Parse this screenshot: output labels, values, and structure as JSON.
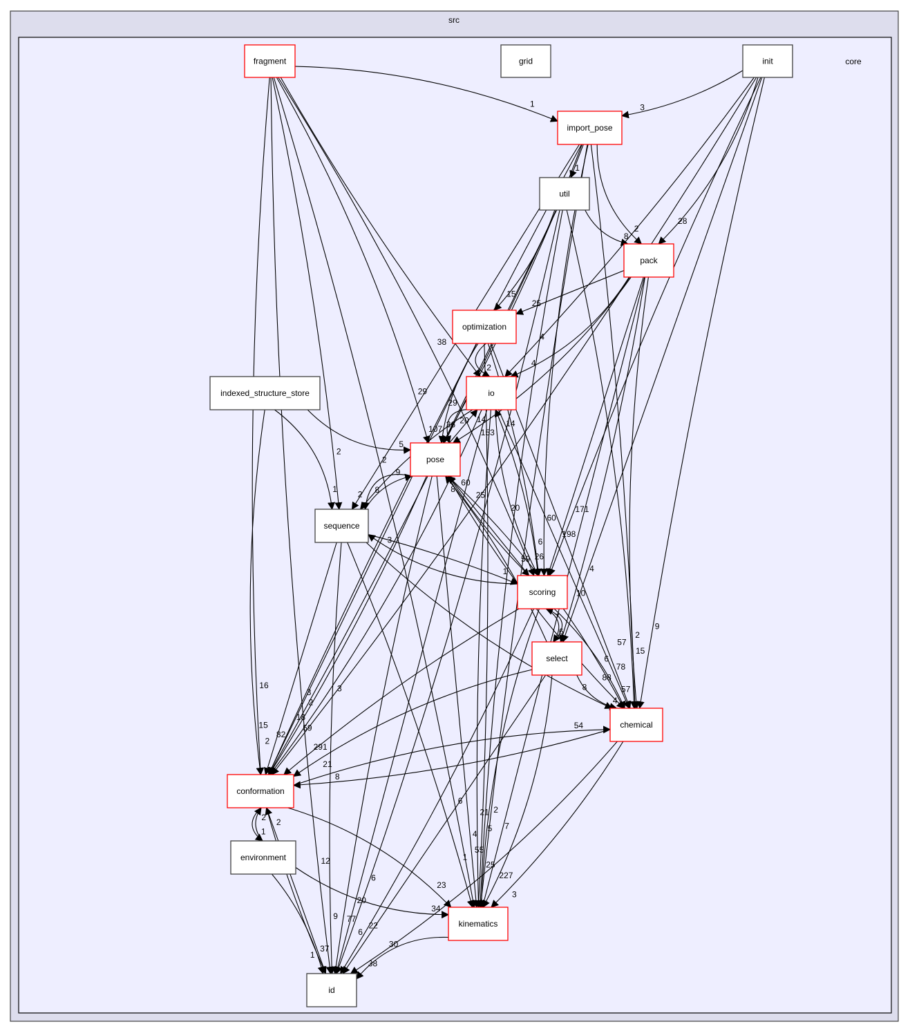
{
  "diagram": {
    "title": "src",
    "subgraph_label": "core",
    "colors": {
      "outer_cluster_fill": "#dddded",
      "inner_cluster_fill": "#eeeeff",
      "node_border_with_children": "#ff0000",
      "node_border_leaf": "#404040",
      "edge": "#000000"
    },
    "nodes": [
      {
        "id": "fragment",
        "label": "fragment",
        "has_subdirs": true
      },
      {
        "id": "grid",
        "label": "grid",
        "has_subdirs": false
      },
      {
        "id": "init",
        "label": "init",
        "has_subdirs": false
      },
      {
        "id": "import_pose",
        "label": "import_pose",
        "has_subdirs": true
      },
      {
        "id": "util",
        "label": "util",
        "has_subdirs": false
      },
      {
        "id": "pack",
        "label": "pack",
        "has_subdirs": true
      },
      {
        "id": "optimization",
        "label": "optimization",
        "has_subdirs": true
      },
      {
        "id": "io",
        "label": "io",
        "has_subdirs": true
      },
      {
        "id": "indexed_structure_store",
        "label": "indexed_structure_store",
        "has_subdirs": false
      },
      {
        "id": "pose",
        "label": "pose",
        "has_subdirs": true
      },
      {
        "id": "sequence",
        "label": "sequence",
        "has_subdirs": false
      },
      {
        "id": "scoring",
        "label": "scoring",
        "has_subdirs": true
      },
      {
        "id": "select",
        "label": "select",
        "has_subdirs": true
      },
      {
        "id": "chemical",
        "label": "chemical",
        "has_subdirs": true
      },
      {
        "id": "conformation",
        "label": "conformation",
        "has_subdirs": true
      },
      {
        "id": "environment",
        "label": "environment",
        "has_subdirs": false
      },
      {
        "id": "kinematics",
        "label": "kinematics",
        "has_subdirs": true
      },
      {
        "id": "id",
        "label": "id",
        "has_subdirs": false
      }
    ],
    "edges": [
      {
        "from": "fragment",
        "to": "import_pose",
        "label": "1"
      },
      {
        "from": "init",
        "to": "import_pose",
        "label": "3"
      },
      {
        "from": "import_pose",
        "to": "util",
        "label": "1"
      },
      {
        "from": "util",
        "to": "pack",
        "label": "8"
      },
      {
        "from": "import_pose",
        "to": "pack",
        "label": "2"
      },
      {
        "from": "init",
        "to": "pack",
        "label": "28"
      },
      {
        "from": "util",
        "to": "optimization",
        "label": "15"
      },
      {
        "from": "pack",
        "to": "optimization",
        "label": "25"
      },
      {
        "from": "fragment",
        "to": "io",
        "label": "38"
      },
      {
        "from": "optimization",
        "to": "io",
        "label": "2"
      },
      {
        "from": "pack",
        "to": "io",
        "label": "4"
      },
      {
        "from": "init",
        "to": "io",
        "label": "4"
      },
      {
        "from": "pose",
        "to": "io",
        "label": "14"
      },
      {
        "from": "scoring",
        "to": "io",
        "label": "14"
      },
      {
        "from": "indexed_structure_store",
        "to": "pose",
        "label": "5"
      },
      {
        "from": "fragment",
        "to": "pose",
        "label": "29"
      },
      {
        "from": "import_pose",
        "to": "pose",
        "label": "29"
      },
      {
        "from": "util",
        "to": "pose",
        "label": "20"
      },
      {
        "from": "optimization",
        "to": "pose",
        "label": "36"
      },
      {
        "from": "io",
        "to": "pose",
        "label": "107"
      },
      {
        "from": "pack",
        "to": "pose",
        "label": "153"
      },
      {
        "from": "sequence",
        "to": "pose",
        "label": "9"
      },
      {
        "from": "scoring",
        "to": "pose",
        "label": "60"
      },
      {
        "from": "select",
        "to": "pose",
        "label": "8"
      },
      {
        "from": "chemical",
        "to": "pose",
        "label": "25"
      },
      {
        "from": "indexed_structure_store",
        "to": "sequence",
        "label": "1"
      },
      {
        "from": "fragment",
        "to": "sequence",
        "label": "2"
      },
      {
        "from": "import_pose",
        "to": "sequence",
        "label": "2"
      },
      {
        "from": "io",
        "to": "sequence",
        "label": "8"
      },
      {
        "from": "pose",
        "to": "sequence",
        "label": "2"
      },
      {
        "from": "scoring",
        "to": "sequence",
        "label": "3"
      },
      {
        "from": "sequence",
        "to": "scoring",
        "label": "1"
      },
      {
        "from": "pose",
        "to": "scoring",
        "label": "59"
      },
      {
        "from": "io",
        "to": "scoring",
        "label": "26"
      },
      {
        "from": "import_pose",
        "to": "scoring",
        "label": "60"
      },
      {
        "from": "fragment",
        "to": "scoring",
        "label": "20"
      },
      {
        "from": "optimization",
        "to": "scoring",
        "label": "6"
      },
      {
        "from": "pack",
        "to": "scoring",
        "label": "198"
      },
      {
        "from": "init",
        "to": "scoring",
        "label": "171"
      },
      {
        "from": "select",
        "to": "scoring",
        "label": "7"
      },
      {
        "from": "scoring",
        "to": "select",
        "label": "6"
      },
      {
        "from": "pack",
        "to": "select",
        "label": "10"
      },
      {
        "from": "init",
        "to": "select",
        "label": "4"
      },
      {
        "from": "select",
        "to": "chemical",
        "label": "4"
      },
      {
        "from": "sequence",
        "to": "chemical",
        "label": "8"
      },
      {
        "from": "conformation",
        "to": "chemical",
        "label": "54"
      },
      {
        "from": "scoring",
        "to": "chemical",
        "label": "57"
      },
      {
        "from": "io",
        "to": "chemical",
        "label": "78"
      },
      {
        "from": "pose",
        "to": "chemical",
        "label": "88"
      },
      {
        "from": "pack",
        "to": "chemical",
        "label": "15"
      },
      {
        "from": "util",
        "to": "chemical",
        "label": "57"
      },
      {
        "from": "import_pose",
        "to": "chemical",
        "label": "2"
      },
      {
        "from": "optimization",
        "to": "chemical",
        "label": "6"
      },
      {
        "from": "init",
        "to": "chemical",
        "label": "9"
      },
      {
        "from": "fragment",
        "to": "conformation",
        "label": "16"
      },
      {
        "from": "init",
        "to": "conformation",
        "label": "3"
      },
      {
        "from": "util",
        "to": "conformation",
        "label": "2"
      },
      {
        "from": "optimization",
        "to": "conformation",
        "label": "18"
      },
      {
        "from": "import_pose",
        "to": "conformation",
        "label": "3"
      },
      {
        "from": "indexed_structure_store",
        "to": "conformation",
        "label": "15"
      },
      {
        "from": "io",
        "to": "conformation",
        "label": "59"
      },
      {
        "from": "pose",
        "to": "conformation",
        "label": "82"
      },
      {
        "from": "sequence",
        "to": "conformation",
        "label": "2"
      },
      {
        "from": "scoring",
        "to": "conformation",
        "label": "291"
      },
      {
        "from": "select",
        "to": "conformation",
        "label": "21"
      },
      {
        "from": "chemical",
        "to": "conformation",
        "label": "8"
      },
      {
        "from": "environment",
        "to": "conformation",
        "label": "2"
      },
      {
        "from": "id",
        "to": "conformation",
        "label": "2"
      },
      {
        "from": "conformation",
        "to": "environment",
        "label": "1"
      },
      {
        "from": "environment",
        "to": "kinematics",
        "label": "34"
      },
      {
        "from": "conformation",
        "to": "kinematics",
        "label": "23"
      },
      {
        "from": "sequence",
        "to": "kinematics",
        "label": "1"
      },
      {
        "from": "pose",
        "to": "kinematics",
        "label": "55"
      },
      {
        "from": "io",
        "to": "kinematics",
        "label": "21"
      },
      {
        "from": "scoring",
        "to": "kinematics",
        "label": "25"
      },
      {
        "from": "select",
        "to": "kinematics",
        "label": "227"
      },
      {
        "from": "chemical",
        "to": "kinematics",
        "label": "3"
      },
      {
        "from": "pack",
        "to": "kinematics",
        "label": "7"
      },
      {
        "from": "import_pose",
        "to": "kinematics",
        "label": "2"
      },
      {
        "from": "util",
        "to": "kinematics",
        "label": "5"
      },
      {
        "from": "fragment",
        "to": "kinematics",
        "label": "6"
      },
      {
        "from": "optimization",
        "to": "kinematics",
        "label": "4"
      },
      {
        "from": "conformation",
        "to": "id",
        "label": "37"
      },
      {
        "from": "sequence",
        "to": "id",
        "label": "9"
      },
      {
        "from": "fragment",
        "to": "id",
        "label": "12"
      },
      {
        "from": "util",
        "to": "id",
        "label": "6"
      },
      {
        "from": "environment",
        "to": "id",
        "label": "1"
      },
      {
        "from": "io",
        "to": "id",
        "label": "20"
      },
      {
        "from": "pose",
        "to": "id",
        "label": "77"
      },
      {
        "from": "kinematics",
        "to": "id",
        "label": "38"
      },
      {
        "from": "chemical",
        "to": "id",
        "label": "30"
      },
      {
        "from": "scoring",
        "to": "id",
        "label": "22"
      },
      {
        "from": "select",
        "to": "id",
        "label": "6"
      }
    ]
  }
}
